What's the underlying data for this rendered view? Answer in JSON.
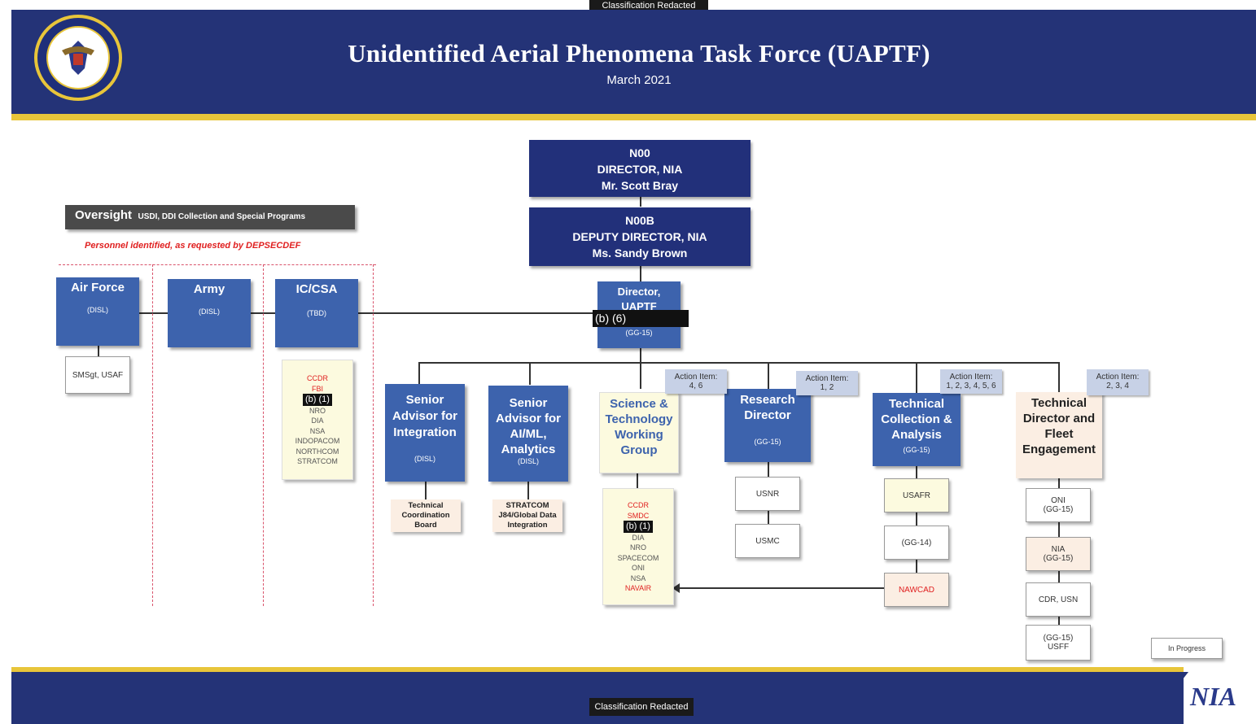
{
  "classification_top": "Classification Redacted",
  "classification_bottom": "Classification Redacted",
  "title": "Unidentified Aerial Phenomena Task Force (UAPTF)",
  "date": "March 2021",
  "footer_logo": "NIA",
  "oversight": {
    "label": "Oversight",
    "detail": "USDI, DDI Collection and Special Programs"
  },
  "personnel_note": "Personnel identified, as requested by DEPSECDEF",
  "director": {
    "code": "N00",
    "title": "DIRECTOR, NIA",
    "name": "Mr. Scott Bray"
  },
  "deputy": {
    "code": "N00B",
    "title": "DEPUTY DIRECTOR, NIA",
    "name": "Ms. Sandy Brown"
  },
  "uaptf_director": {
    "title": "Director,\nUAPTF",
    "redaction": "(b) (6)",
    "grade": "(GG-15)"
  },
  "services": [
    {
      "name": "Air Force",
      "grade": "(DISL)"
    },
    {
      "name": "Army",
      "grade": "(DISL)"
    },
    {
      "name": "IC/CSA",
      "grade": "(TBD)"
    }
  ],
  "smsgt": "SMSgt, USAF",
  "iccsa_members": {
    "red_top": "CCDR\nFBI",
    "redaction": "(b) (1)",
    "list": "NRO\nDIA\nNSA\nINDOPACOM\nNORTHCOM\nSTRATCOM"
  },
  "senior_integration": {
    "title": "Senior\nAdvisor for\nIntegration",
    "grade": "(DISL)"
  },
  "senior_aiml": {
    "title": "Senior\nAdvisor for\nAI/ML,\nAnalytics",
    "grade": "(DISL)"
  },
  "tech_coord_board": "Technical\nCoordination\nBoard",
  "stratcom_box": "STRATCOM\nJ84/Global Data\nIntegration",
  "stwg": {
    "title": "Science &\nTechnology\nWorking\nGroup"
  },
  "stwg_members": {
    "red_top": "CCDR\nSMDC",
    "redaction": "(b) (1)",
    "list": "DIA\nNRO\nSPACECOM\nONI\nNSA",
    "red_bottom": "NAVAIR"
  },
  "research_director": {
    "title": "Research\nDirector",
    "grade": "(GG-15)"
  },
  "usnr": "USNR",
  "usmc": "USMC",
  "tech_collection": {
    "title": "Technical\nCollection &\nAnalysis",
    "grade": "(GG-15)"
  },
  "usafr": "USAFR",
  "gg14": "(GG-14)",
  "nawcad": "NAWCAD",
  "tech_director": {
    "title": "Technical\nDirector and\nFleet\nEngagement"
  },
  "oni_gg15": "ONI\n(GG-15)",
  "nia_gg15": "NIA\n(GG-15)",
  "cdr_usn": "CDR, USN",
  "gg15_usff": "(GG-15)\nUSFF",
  "action_items": [
    {
      "label": "Action Item:",
      "items": "4, 6"
    },
    {
      "label": "Action Item:",
      "items": "1, 2"
    },
    {
      "label": "Action Item:",
      "items": "1, 2, 3, 4, 5, 6"
    },
    {
      "label": "Action Item:",
      "items": "2, 3, 4"
    }
  ],
  "legend_in_progress": "In Progress",
  "colors": {
    "navy": "#22307a",
    "blue": "#3d63ad",
    "gold": "#e8c53a",
    "cream": "#fcfadf",
    "peach": "#fbeee3",
    "redact_red": "#e02020"
  }
}
